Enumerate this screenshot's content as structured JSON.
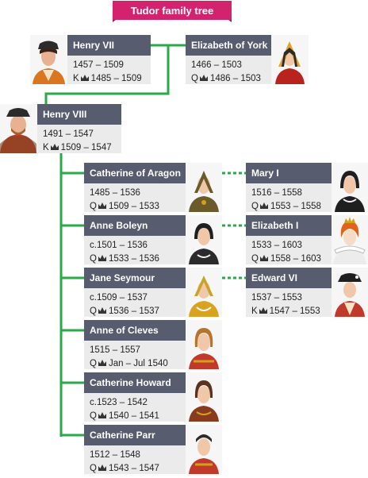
{
  "title": "Tudor family tree",
  "colors": {
    "banner": "#d4236e",
    "connector": "#2aa948",
    "header": "#575c6e",
    "body": "#ebebec"
  },
  "people": {
    "henry7": {
      "name": "Henry VII",
      "life": "1457 – 1509",
      "reign_prefix": "K",
      "reign": "1485 – 1509"
    },
    "elizabeth_york": {
      "name": "Elizabeth of York",
      "life": "1466 – 1503",
      "reign_prefix": "Q",
      "reign": "1486 – 1503"
    },
    "henry8": {
      "name": "Henry VIII",
      "life": "1491 – 1547",
      "reign_prefix": "K",
      "reign": "1509 – 1547"
    },
    "aragon": {
      "name": "Catherine of Aragon",
      "life": "1485 – 1536",
      "reign_prefix": "Q",
      "reign": "1509 – 1533"
    },
    "boleyn": {
      "name": "Anne Boleyn",
      "life": "c.1501 – 1536",
      "reign_prefix": "Q",
      "reign": "1533 – 1536"
    },
    "seymour": {
      "name": "Jane Seymour",
      "life": "c.1509 – 1537",
      "reign_prefix": "Q",
      "reign": "1536 – 1537"
    },
    "cleves": {
      "name": "Anne of Cleves",
      "life": "1515 – 1557",
      "reign_prefix": "Q",
      "reign": "Jan – Jul 1540"
    },
    "howard": {
      "name": "Catherine Howard",
      "life": "c.1523 – 1542",
      "reign_prefix": "Q",
      "reign": "1540 – 1541"
    },
    "parr": {
      "name": "Catherine Parr",
      "life": "1512 – 1548",
      "reign_prefix": "Q",
      "reign": "1543 – 1547"
    },
    "mary1": {
      "name": "Mary I",
      "life": "1516 – 1558",
      "reign_prefix": "Q",
      "reign": "1553 – 1558"
    },
    "elizabeth1": {
      "name": "Elizabeth I",
      "life": "1533 – 1603",
      "reign_prefix": "Q",
      "reign": "1558 – 1603"
    },
    "edward6": {
      "name": "Edward VI",
      "life": "1537 – 1553",
      "reign_prefix": "K",
      "reign": "1547 – 1553"
    }
  },
  "links": [
    {
      "from": "henry7",
      "to": "elizabeth_york",
      "type": "marriage"
    },
    {
      "from": "henry7",
      "to": "henry8",
      "type": "child"
    },
    {
      "from": "henry8",
      "to": "aragon",
      "type": "marriage"
    },
    {
      "from": "henry8",
      "to": "boleyn",
      "type": "marriage"
    },
    {
      "from": "henry8",
      "to": "seymour",
      "type": "marriage"
    },
    {
      "from": "henry8",
      "to": "cleves",
      "type": "marriage"
    },
    {
      "from": "henry8",
      "to": "howard",
      "type": "marriage"
    },
    {
      "from": "henry8",
      "to": "parr",
      "type": "marriage"
    },
    {
      "from": "aragon",
      "to": "mary1",
      "type": "child"
    },
    {
      "from": "boleyn",
      "to": "elizabeth1",
      "type": "child"
    },
    {
      "from": "seymour",
      "to": "edward6",
      "type": "child"
    }
  ]
}
